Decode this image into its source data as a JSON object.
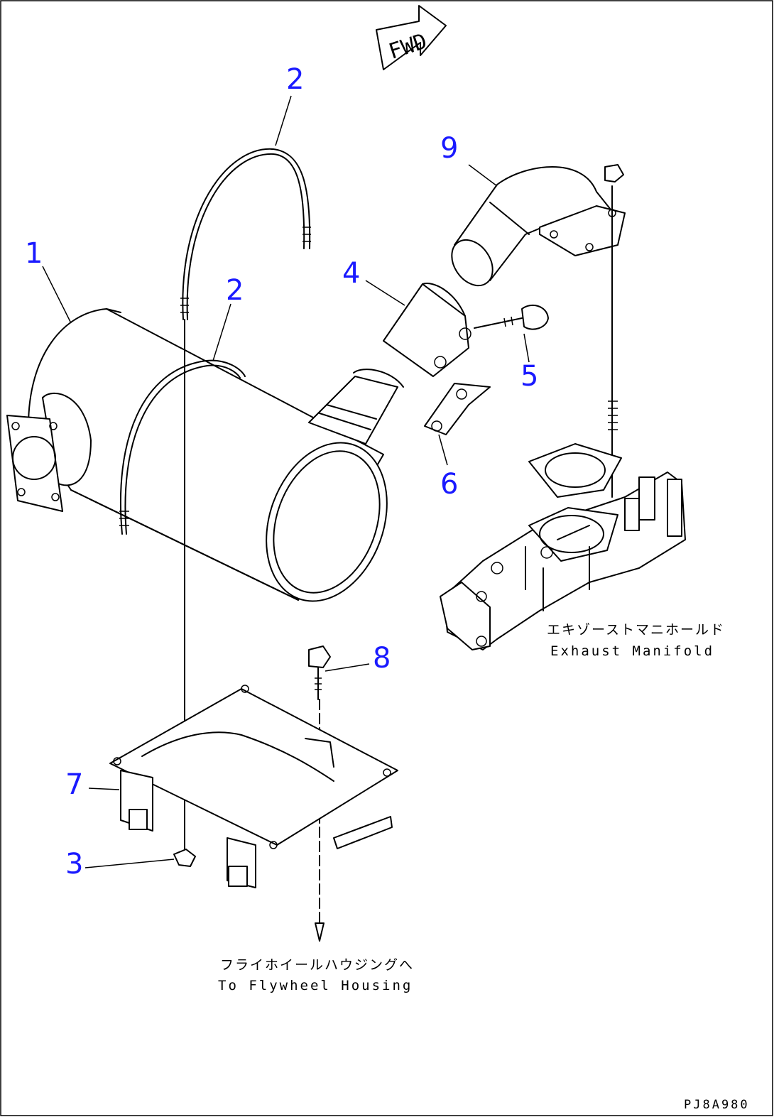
{
  "callouts": {
    "c1": "1",
    "c2a": "2",
    "c2b": "2",
    "c3": "3",
    "c4": "4",
    "c5": "5",
    "c6": "6",
    "c7": "7",
    "c8": "8",
    "c9": "9"
  },
  "labels": {
    "forward": "FWD",
    "exhaust_jp": "エキゾーストマニホールド",
    "exhaust_en": "Exhaust Manifold",
    "flywheel_jp": "フライホイールハウジングへ",
    "flywheel_en": "To Flywheel Housing",
    "drawing_code": "PJ8A980"
  },
  "colors": {
    "callout": "#1a1aff",
    "line": "#000000",
    "background": "#ffffff"
  }
}
